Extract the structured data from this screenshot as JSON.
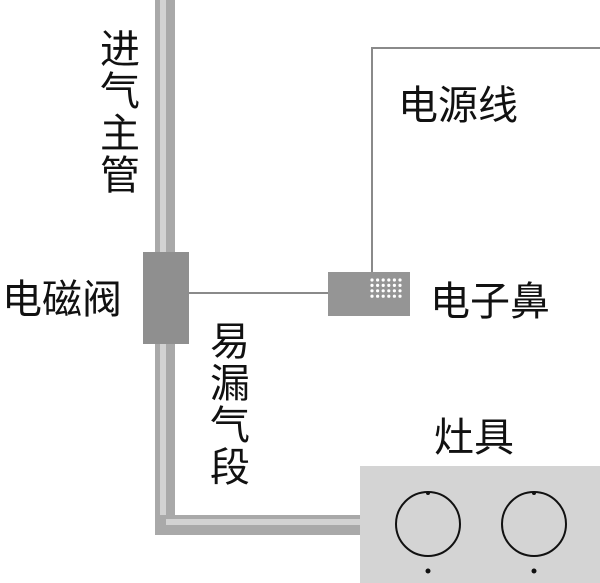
{
  "labels": {
    "main_pipe": "进气主管",
    "solenoid_valve": "电磁阀",
    "leak_prone_section": "易漏气段",
    "power_line": "电源线",
    "electronic_nose": "电子鼻",
    "stove": "灶具"
  },
  "colors": {
    "pipe": "#a9a9a9",
    "pipe_highlight": "#d2d2d2",
    "valve": "#8f8f8f",
    "wire": "#8a8a8a",
    "nose_body": "#959595",
    "nose_vents": "#ffffff",
    "stove_body": "#d4d4d4",
    "burner_ring": "#111111",
    "text": "#111111"
  }
}
